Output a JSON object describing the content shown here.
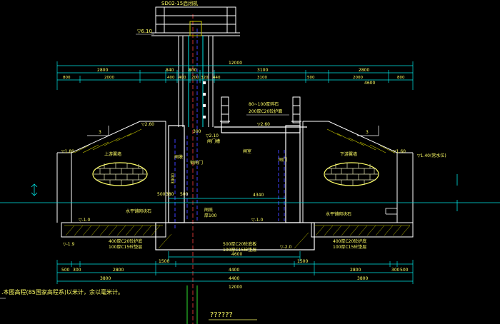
{
  "drawing": {
    "bottom_title": "??????",
    "footnote": ".本图高程(85国家高程系)以米计，余以毫米计。",
    "colors": {
      "background": "#000000",
      "structure": "#ffffff",
      "concrete": "#c8c800",
      "dimension": "#00e5e5",
      "label": "#ffff66",
      "accent_red": "#ff4040",
      "accent_blue": "#4040ff",
      "stone": "#e6e6b4",
      "green": "#30e030"
    }
  },
  "top_labels": {
    "hoist": "SD02-15启闭机",
    "elev_top": "▽6.10"
  },
  "top_dims": {
    "overall": "12000",
    "row2": [
      "2800",
      "840",
      "800",
      "3100",
      "2800"
    ],
    "row3": [
      "800",
      "2000",
      "400",
      "400",
      "200",
      "320",
      "440",
      "3100",
      "500",
      "2000",
      "800"
    ]
  },
  "annotations": {
    "step1": "80~100厚碎石",
    "step2": "200厚C20砼护面",
    "crest_elev": "▽2.60",
    "left_bank_elev": "▽2.60",
    "sluice_elev": "▽2.10",
    "gate_label": "闸门槽",
    "left_water": "▽1.80",
    "right_water": "▽1.60",
    "right_ref": "▽1.40(常水位)",
    "slope_left": "3",
    "slope_right": "3",
    "upstream": "上游翼墙",
    "downstream": "下游翼墙",
    "chamber": "闸室",
    "pier": "闸墩",
    "gate": "闸门",
    "gate_text": "钢闸门",
    "width_inner": "4340",
    "bottom_plate": "闸底",
    "plate_thk": "厚100",
    "left_base": "▽-1.0",
    "center_base": "▽-1.0",
    "left_label": "水平铺砌块石",
    "right_label": "水平铺砌块石",
    "lower_left_elev": "▽-1.9",
    "lower_center_elev": "▽-2.0",
    "layer_a1": "400厚C20砼护底",
    "layer_a2": "100厚C15砼垫层",
    "layer_b1": "500厚C20砼底板",
    "layer_b2": "100厚C15砼垫层",
    "layer_c1": "400厚C20砼护底",
    "layer_c2": "100厚C15砼垫层",
    "dim_height": "3900",
    "dim_left_a": "500",
    "dim_left_b": "380",
    "dim_left_c": "500",
    "dim_top_right": "4600",
    "dim_inner_top": "300"
  },
  "bottom_dims": {
    "row1": [
      "500",
      "300",
      "2800",
      "1500",
      "4400",
      "1500",
      "2800",
      "300",
      "500"
    ],
    "row2": [
      "3800",
      "4400",
      "3800"
    ],
    "row3": "12000"
  }
}
